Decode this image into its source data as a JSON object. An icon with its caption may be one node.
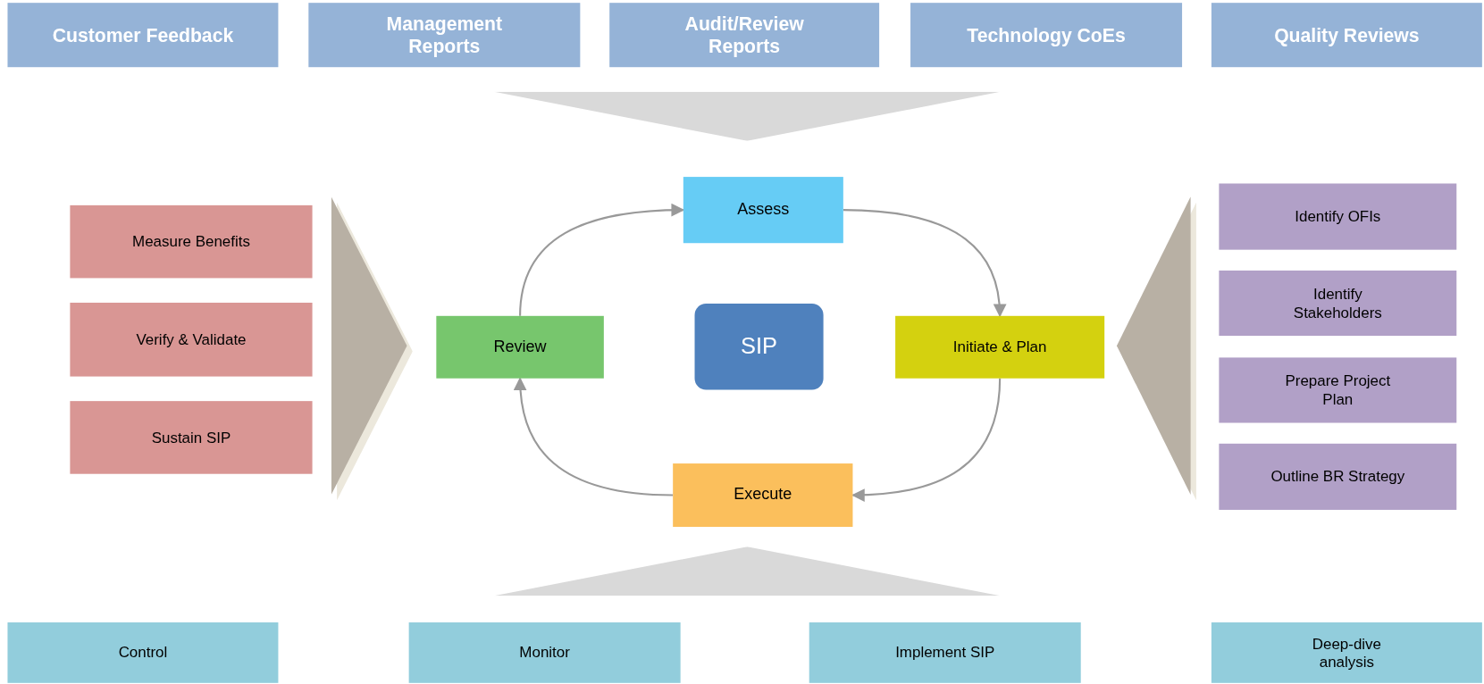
{
  "diagram": {
    "nodes": [
      {
        "text": [
          "Customer Feedback"
        ]
      },
      {
        "text": [
          "Management Reports"
        ]
      },
      {
        "text": [
          "Audit/Review Reports"
        ]
      },
      {
        "text": [
          "Technology CoEs"
        ]
      },
      {
        "text": [
          "Quality Reviews"
        ]
      },
      {
        "text": [
          "Assess"
        ]
      },
      {
        "text": [
          "Measure Benefits"
        ]
      },
      {
        "text": [
          "Verify & Validate"
        ]
      },
      {
        "text": [
          "Sustain SIP"
        ]
      },
      {
        "text": [
          "Identify OFIs"
        ]
      },
      {
        "text": [
          "Identify Stakeholders"
        ]
      },
      {
        "text": [
          "Prepare Project Plan"
        ]
      },
      {
        "text": [
          "Outline BR Strategy"
        ]
      },
      {
        "text": [
          "Review"
        ]
      },
      {
        "text": [
          "SIP"
        ]
      },
      {
        "text": [
          "Initiate & Plan"
        ]
      },
      {
        "text": [
          "Execute"
        ]
      },
      {
        "text": [
          "Control"
        ]
      },
      {
        "text": [
          "Monitor"
        ]
      },
      {
        "text": [
          "Implement SIP"
        ]
      },
      {
        "text": [
          "Deep-dive analysis"
        ]
      },
      {
        "text": [],
        "shape": "triangle"
      },
      {
        "text": [],
        "shape": "triangle"
      },
      {
        "text": [],
        "shape": "triangle"
      },
      {
        "text": [],
        "shape": "triangle"
      }
    ],
    "edges": [
      {
        "from": 5,
        "to": 15,
        "arrow": "to",
        "color": "#999999"
      },
      {
        "from": 15,
        "to": 16,
        "arrow": "to",
        "color": "#999999"
      },
      {
        "from": 16,
        "to": 13,
        "arrow": "to",
        "color": "#999999"
      },
      {
        "from": 13,
        "to": 5,
        "arrow": "to",
        "color": "#999999"
      }
    ]
  }
}
